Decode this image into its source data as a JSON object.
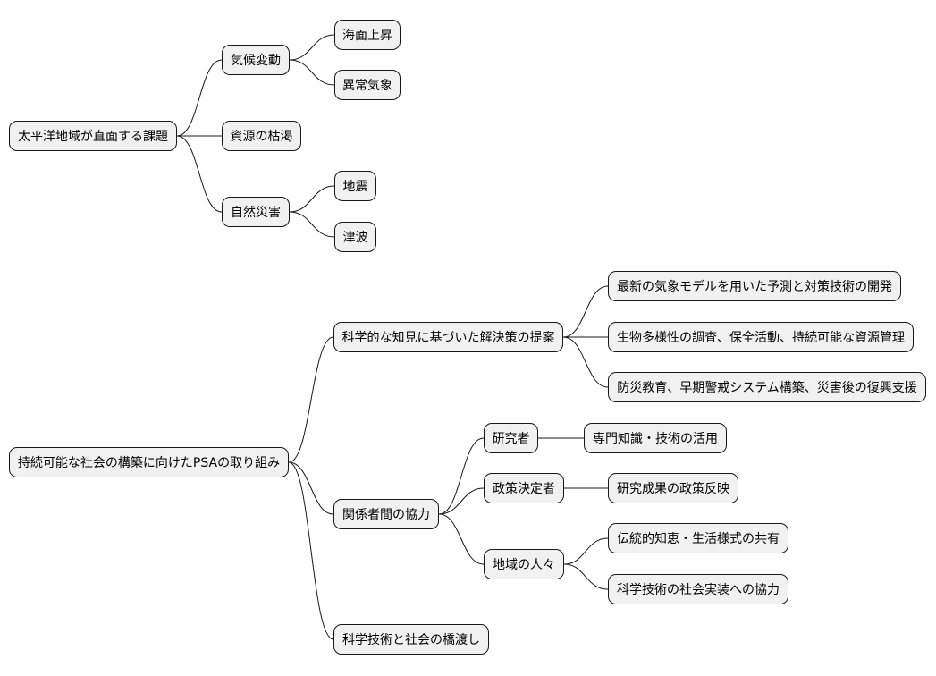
{
  "mindmaps": [
    {
      "root": "太平洋地域が直面する課題",
      "branches": [
        {
          "label": "気候変動",
          "children": [
            "海面上昇",
            "異常気象"
          ]
        },
        {
          "label": "資源の枯渇",
          "children": []
        },
        {
          "label": "自然災害",
          "children": [
            "地震",
            "津波"
          ]
        }
      ]
    },
    {
      "root": "持続可能な社会の構築に向けたPSAの取り組み",
      "branches": [
        {
          "label": "科学的な知見に基づいた解決策の提案",
          "children": [
            "最新の気象モデルを用いた予測と対策技術の開発",
            "生物多様性の調査、保全活動、持続可能な資源管理",
            "防災教育、早期警戒システム構築、災害後の復興支援"
          ]
        },
        {
          "label": "関係者間の協力",
          "children": [
            {
              "label": "研究者",
              "children": [
                "専門知識・技術の活用"
              ]
            },
            {
              "label": "政策決定者",
              "children": [
                "研究成果の政策反映"
              ]
            },
            {
              "label": "地域の人々",
              "children": [
                "伝統的知恵・生活様式の共有",
                "科学技術の社会実装への協力"
              ]
            }
          ]
        },
        {
          "label": "科学技術と社会の橋渡し",
          "children": []
        }
      ]
    }
  ]
}
